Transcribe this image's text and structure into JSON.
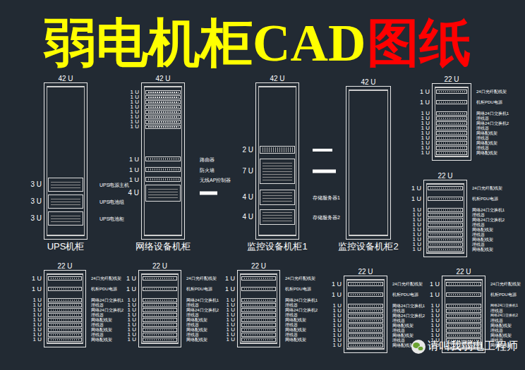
{
  "diagram": {
    "title": "弱电机柜CAD",
    "nodes": [
      {
        "text": [
          "42 U",
          "UPS机柜"
        ]
      },
      {
        "text": [
          "3 U",
          "UPS电源主机"
        ],
        "in": 0
      },
      {
        "text": [
          "3 U",
          "UPS电池组"
        ],
        "in": 0
      },
      {
        "text": [
          "3 U",
          "UPS电池柜"
        ],
        "in": 0
      },
      {
        "text": [
          "42 U",
          "网络设备机柜"
        ]
      },
      {
        "text": [
          "1 U"
        ],
        "in": 4
      },
      {
        "text": [
          "1 U"
        ],
        "in": 4
      },
      {
        "text": [
          "1 U"
        ],
        "in": 4
      },
      {
        "text": [
          "1 U"
        ],
        "in": 4
      },
      {
        "text": [
          "1 U"
        ],
        "in": 4
      },
      {
        "text": [
          "1 U"
        ],
        "in": 4
      },
      {
        "text": [
          "1 U"
        ],
        "in": 4
      },
      {
        "text": [
          "1 U"
        ],
        "in": 4
      },
      {
        "text": [
          "1 U",
          "路由器"
        ],
        "in": 4
      },
      {
        "text": [
          "1 U",
          "防火墙"
        ],
        "in": 4
      },
      {
        "text": [
          "1 U",
          "无线AP控制器"
        ],
        "in": 4
      },
      {
        "text": [
          "4 U"
        ],
        "in": 4
      },
      {
        "text": [
          "42 U",
          "监控设备机柜1"
        ]
      },
      {
        "text": [
          "2 U"
        ],
        "in": 17
      },
      {
        "text": [
          "7 U"
        ],
        "in": 17
      },
      {
        "text": [
          "4 U",
          "存储服务器1"
        ],
        "in": 17
      },
      {
        "text": [
          "4 U",
          "存储服务器2"
        ],
        "in": 17
      },
      {
        "text": [
          "42 U",
          "监控设备机柜2"
        ]
      },
      {
        "text": [
          "22 U"
        ]
      },
      {
        "text": [
          "1 U",
          "24口光纤配线架"
        ],
        "in": 23
      },
      {
        "text": [
          "1 U",
          "机柜PDU电源"
        ],
        "in": 23
      },
      {
        "text": [
          "1 U",
          "网络24口交换机1"
        ],
        "in": 23
      },
      {
        "text": [
          "1 U",
          "理线器"
        ],
        "in": 23
      },
      {
        "text": [
          "1 U",
          "网络24口交换机2"
        ],
        "in": 23
      },
      {
        "text": [
          "1 U",
          "理线器"
        ],
        "in": 23
      },
      {
        "text": [
          "1 U",
          "网络配线架"
        ],
        "in": 23
      },
      {
        "text": [
          "1 U",
          "理线器"
        ],
        "in": 23
      },
      {
        "text": [
          "1 U",
          "网络配线架"
        ],
        "in": 23
      },
      {
        "text": [
          "1 U",
          "理线器"
        ],
        "in": 23
      },
      {
        "text": [
          "1 U",
          "网络配线架"
        ],
        "in": 23
      },
      {
        "text": [
          "22 U"
        ]
      },
      {
        "text": [
          "1 U",
          "24口光纤配线架"
        ],
        "in": 35
      },
      {
        "text": [
          "1 U",
          "机柜PDU电源"
        ],
        "in": 35
      },
      {
        "text": [
          "1 U",
          "网络24口交换机1"
        ],
        "in": 35
      },
      {
        "text": [
          "1 U",
          "理线器"
        ],
        "in": 35
      },
      {
        "text": [
          "1 U",
          "网络24口交换机2"
        ],
        "in": 35
      },
      {
        "text": [
          "1 U",
          "理线器"
        ],
        "in": 35
      },
      {
        "text": [
          "1 U",
          "网络配线架"
        ],
        "in": 35
      },
      {
        "text": [
          "1 U",
          "理线器"
        ],
        "in": 35
      },
      {
        "text": [
          "1 U",
          "网络配线架"
        ],
        "in": 35
      },
      {
        "text": [
          "1 U",
          "理线器"
        ],
        "in": 35
      },
      {
        "text": [
          "1 U",
          "网络配线架"
        ],
        "in": 35
      },
      {
        "text": [
          "22 U"
        ]
      },
      {
        "text": [
          "1 U",
          "24口光纤配线架"
        ],
        "in": 47
      },
      {
        "text": [
          "1 U",
          "机柜PDU电源"
        ],
        "in": 47
      },
      {
        "text": [
          "1 U",
          "网络24口交换机1"
        ],
        "in": 47
      },
      {
        "text": [
          "1 U",
          "理线器"
        ],
        "in": 47
      },
      {
        "text": [
          "1 U",
          "网络24口交换机2"
        ],
        "in": 47
      },
      {
        "text": [
          "1 U",
          "理线器"
        ],
        "in": 47
      },
      {
        "text": [
          "1 U",
          "网络配线架"
        ],
        "in": 47
      },
      {
        "text": [
          "1 U",
          "理线器"
        ],
        "in": 47
      },
      {
        "text": [
          "1 U",
          "网络配线架"
        ],
        "in": 47
      },
      {
        "text": [
          "1 U",
          "理线器"
        ],
        "in": 47
      },
      {
        "text": [
          "1 U",
          "网络配线架"
        ],
        "in": 47
      },
      {
        "text": [
          "22 U"
        ]
      },
      {
        "text": [
          "1 U",
          "24口光纤配线架"
        ],
        "in": 59
      },
      {
        "text": [
          "1 U",
          "机柜PDU电源"
        ],
        "in": 59
      },
      {
        "text": [
          "1 U",
          "网络24口交换机1"
        ],
        "in": 59
      },
      {
        "text": [
          "1 U",
          "理线器"
        ],
        "in": 59
      },
      {
        "text": [
          "1 U",
          "网络24口交换机2"
        ],
        "in": 59
      },
      {
        "text": [
          "1 U",
          "理线器"
        ],
        "in": 59
      },
      {
        "text": [
          "1 U",
          "网络配线架"
        ],
        "in": 59
      },
      {
        "text": [
          "1 U",
          "理线器"
        ],
        "in": 59
      },
      {
        "text": [
          "1 U",
          "网络配线架"
        ],
        "in": 59
      },
      {
        "text": [
          "1 U",
          "理线器"
        ],
        "in": 59
      },
      {
        "text": [
          "1 U",
          "网络配线架"
        ],
        "in": 59
      },
      {
        "text": [
          "22 U"
        ]
      },
      {
        "text": [
          "1 U",
          "24口光纤配线架"
        ],
        "in": 71
      },
      {
        "text": [
          "1 U",
          "机柜PDU电源"
        ],
        "in": 71
      },
      {
        "text": [
          "1 U",
          "网络24口交换机1"
        ],
        "in": 71
      },
      {
        "text": [
          "1 U",
          "理线器"
        ],
        "in": 71
      },
      {
        "text": [
          "1 U",
          "网络24口交换机2"
        ],
        "in": 71
      },
      {
        "text": [
          "1 U",
          "理线器"
        ],
        "in": 71
      },
      {
        "text": [
          "1 U",
          "网络配线架"
        ],
        "in": 71
      },
      {
        "text": [
          "1 U",
          "理线器"
        ],
        "in": 71
      },
      {
        "text": [
          "1 U",
          "网络配线架"
        ],
        "in": 71
      },
      {
        "text": [
          "1 U",
          "理线器"
        ],
        "in": 71
      },
      {
        "text": [
          "1 U",
          "网络配线架"
        ],
        "in": 71
      },
      {
        "text": [
          "22 U"
        ]
      },
      {
        "text": [
          "1 U",
          "24口光纤配线架"
        ],
        "in": 83
      },
      {
        "text": [
          "1 U",
          "机柜PDU电源"
        ],
        "in": 83
      },
      {
        "text": [
          "1 U",
          "网络24口交换机1"
        ],
        "in": 83
      },
      {
        "text": [
          "1 U",
          "理线器"
        ],
        "in": 83
      },
      {
        "text": [
          "1 U",
          "网络24口交换机2"
        ],
        "in": 83
      },
      {
        "text": [
          "1 U",
          "理线器"
        ],
        "in": 83
      },
      {
        "text": [
          "1 U",
          "网络配线架"
        ],
        "in": 83
      },
      {
        "text": [
          "1 U",
          "理线器"
        ],
        "in": 83
      },
      {
        "text": [
          "1 U",
          "网络配线架"
        ],
        "in": 83
      },
      {
        "text": [
          "1 U",
          "理线器"
        ],
        "in": 83
      },
      {
        "text": [
          "1 U",
          "网络配线架"
        ],
        "in": 83
      },
      {
        "text": [
          "22 U"
        ]
      },
      {
        "text": [
          "1 U",
          "24口光纤配线架"
        ],
        "in": 95
      },
      {
        "text": [
          "1 U",
          "机柜PDU电源"
        ],
        "in": 95
      },
      {
        "text": [
          "1 U",
          "网络24口交换机1"
        ],
        "in": 95
      },
      {
        "text": [
          "1 U",
          "理线器"
        ],
        "in": 95
      },
      {
        "text": [
          "1 U",
          "网络24口交换机2"
        ],
        "in": 95
      },
      {
        "text": [
          "1 U",
          "理线器"
        ],
        "in": 95
      },
      {
        "text": [
          "1 U",
          "网络配线架"
        ],
        "in": 95
      },
      {
        "text": [
          "1 U",
          "理线器"
        ],
        "in": 95
      },
      {
        "text": [
          "1 U",
          "网络配线架"
        ],
        "in": 95
      },
      {
        "text": [
          "1 U",
          "理线器"
        ],
        "in": 95
      },
      {
        "text": [
          "1 U",
          "网络配线架"
        ],
        "in": 95
      }
    ],
    "labels": [
      "图纸",
      "请叫我弱电工程师"
    ]
  }
}
